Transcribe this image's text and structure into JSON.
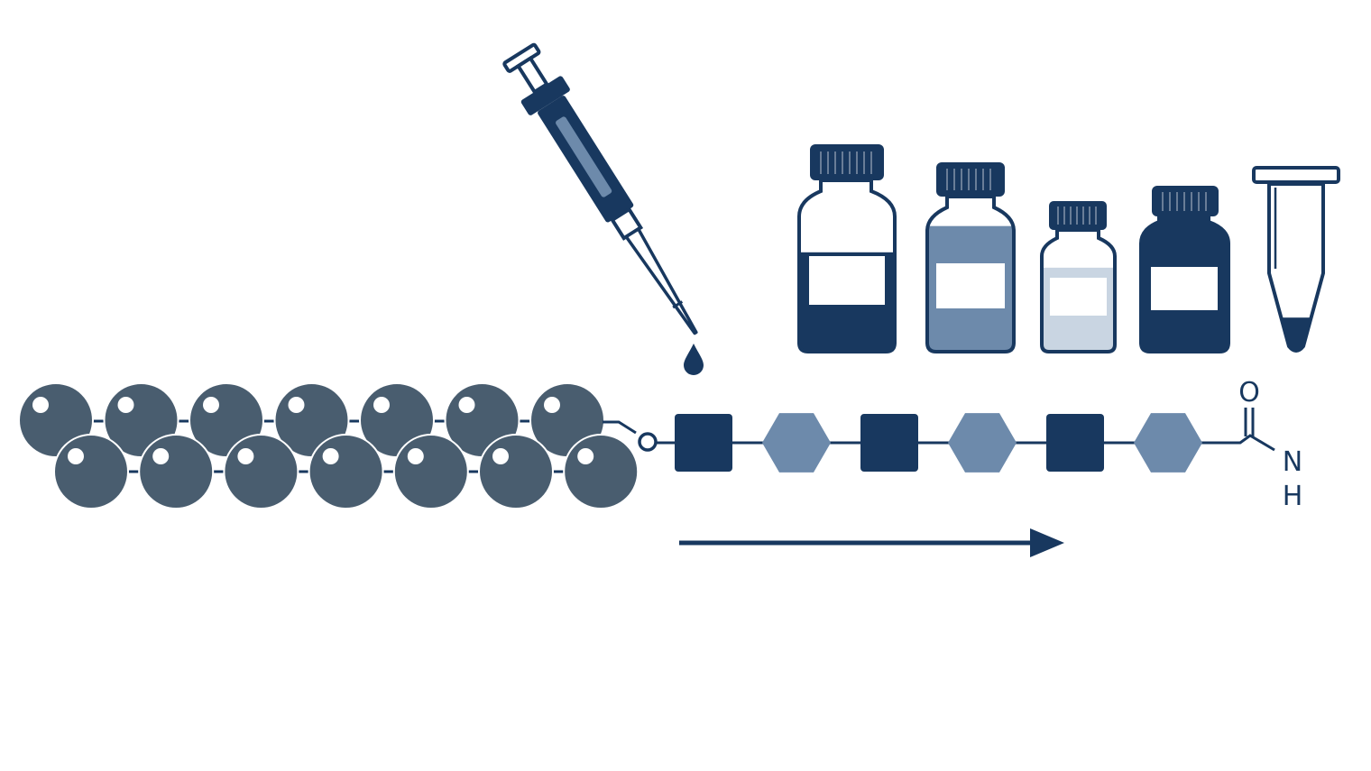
{
  "colors": {
    "navy": "#18385f",
    "mid_blue": "#6d8aab",
    "light_blue": "#c9d5e2",
    "bead": "#495d6f",
    "bead_highlight": "#ffffff",
    "background": "#ffffff"
  },
  "pipette": {
    "icon": "pipette-icon",
    "droplet_icon": "droplet-icon"
  },
  "reagents": [
    {
      "icon": "reagent-bottle-icon",
      "fill_level": 0.58,
      "fill_shade": "navy"
    },
    {
      "icon": "reagent-bottle-icon",
      "fill_level": 0.81,
      "fill_shade": "mid_blue"
    },
    {
      "icon": "reagent-bottle-icon",
      "fill_level": 0.69,
      "fill_shade": "light_blue"
    },
    {
      "icon": "reagent-bottle-icon",
      "fill_level": 1.0,
      "fill_shade": "navy"
    },
    {
      "icon": "microcentrifuge-tube-icon",
      "fill_level": 0.45,
      "fill_shade": "navy"
    }
  ],
  "resin": {
    "icon": "resin-bead-icon",
    "bead_count": 14,
    "linker_icon": "linker-ring-icon"
  },
  "peptide_chain": {
    "residues": [
      {
        "shape": "square",
        "shade": "navy"
      },
      {
        "shape": "hexagon",
        "shade": "mid_blue"
      },
      {
        "shape": "square",
        "shade": "navy"
      },
      {
        "shape": "hexagon",
        "shade": "mid_blue"
      },
      {
        "shape": "square",
        "shade": "navy"
      },
      {
        "shape": "hexagon",
        "shade": "mid_blue"
      }
    ],
    "terminal_atoms": {
      "oxygen": "O",
      "nitrogen": "N",
      "hydrogen": "H"
    }
  },
  "direction_arrow": {
    "icon": "arrow-right-icon"
  }
}
